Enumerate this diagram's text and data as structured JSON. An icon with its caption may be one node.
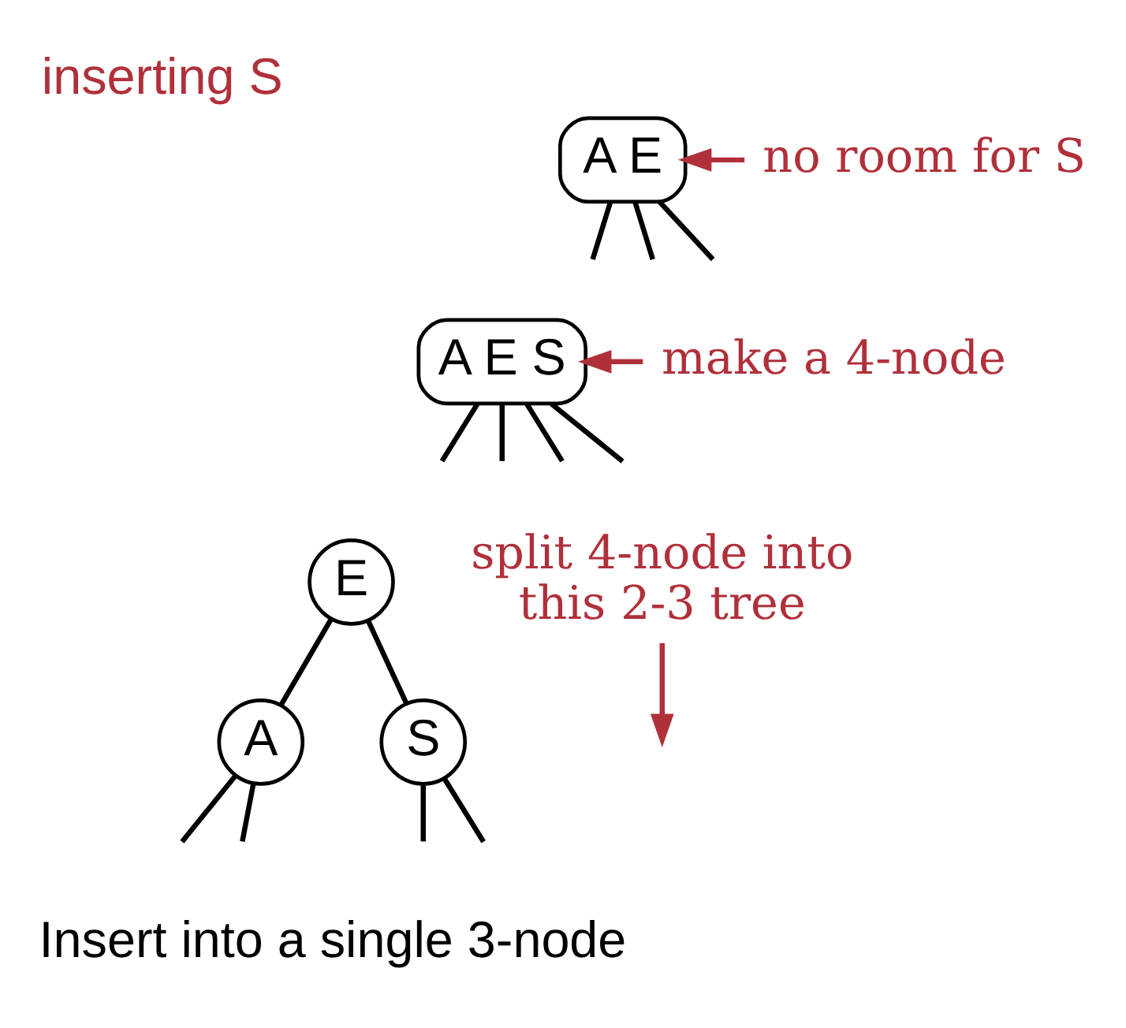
{
  "diagram": {
    "title": "inserting S",
    "caption": "Insert into a single 3-node",
    "nodes": [
      {
        "text": [
          "A E"
        ]
      },
      {
        "text": [
          "no room for S"
        ]
      },
      {
        "text": [
          "A E S"
        ]
      },
      {
        "text": [
          "make a 4-node"
        ]
      },
      {
        "text": [
          "split 4-node into this 2-3 tree"
        ]
      },
      {
        "text": [
          "E"
        ]
      },
      {
        "text": [
          "A"
        ]
      },
      {
        "text": [
          "S"
        ]
      }
    ],
    "edges": [
      {
        "from": 1,
        "to": 0,
        "arrow": "to",
        "color": "#b0303a"
      },
      {
        "from": 0,
        "to": null,
        "arrow": "none"
      },
      {
        "from": 0,
        "to": null,
        "arrow": "none"
      },
      {
        "from": 0,
        "to": null,
        "arrow": "none"
      },
      {
        "from": 3,
        "to": 2,
        "arrow": "to",
        "color": "#b0303a"
      },
      {
        "from": 2,
        "to": null,
        "arrow": "none"
      },
      {
        "from": 2,
        "to": null,
        "arrow": "none"
      },
      {
        "from": 2,
        "to": null,
        "arrow": "none"
      },
      {
        "from": 2,
        "to": null,
        "arrow": "none"
      },
      {
        "from": 4,
        "to": null,
        "arrow": "to",
        "color": "#b0303a"
      },
      {
        "from": 5,
        "to": 6,
        "arrow": "none"
      },
      {
        "from": 5,
        "to": 7,
        "arrow": "none"
      },
      {
        "from": 6,
        "to": null,
        "arrow": "none"
      },
      {
        "from": 6,
        "to": null,
        "arrow": "none"
      },
      {
        "from": 7,
        "to": null,
        "arrow": "none"
      },
      {
        "from": 7,
        "to": null,
        "arrow": "none"
      }
    ]
  }
}
